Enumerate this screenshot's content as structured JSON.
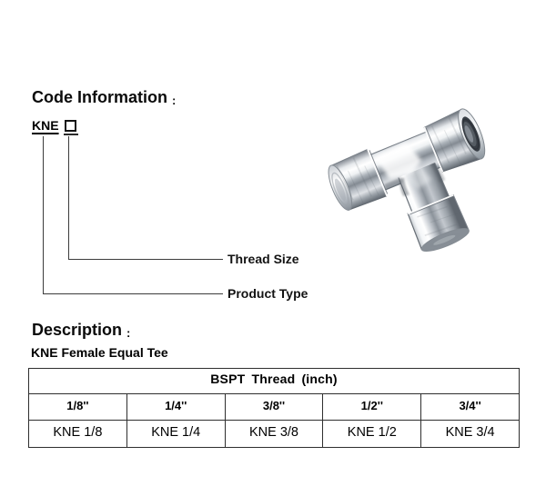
{
  "page": {
    "background": "#ffffff",
    "text_color": "#000000",
    "line_color": "#3c3c3c"
  },
  "code_info": {
    "heading": "Code Information",
    "heading_colon": ":",
    "code_prefix": "KNE",
    "code_placeholder_box": "thread-size-box",
    "callouts": [
      {
        "label": "Thread Size"
      },
      {
        "label": "Product Type"
      }
    ]
  },
  "product_image": {
    "name": "chrome-female-equal-tee-photo",
    "description": "Nickel plated female equal tee pipe fitting"
  },
  "description": {
    "heading": "Description",
    "heading_colon": ":",
    "text": "KNE Female Equal Tee"
  },
  "table": {
    "header": "BSPT Thread (inch)",
    "sizes": [
      "1/8''",
      "1/4''",
      "3/8''",
      "1/2''",
      "3/4''"
    ],
    "codes": [
      "KNE 1/8",
      "KNE 1/4",
      "KNE 3/8",
      "KNE 1/2",
      "KNE 3/4"
    ]
  }
}
